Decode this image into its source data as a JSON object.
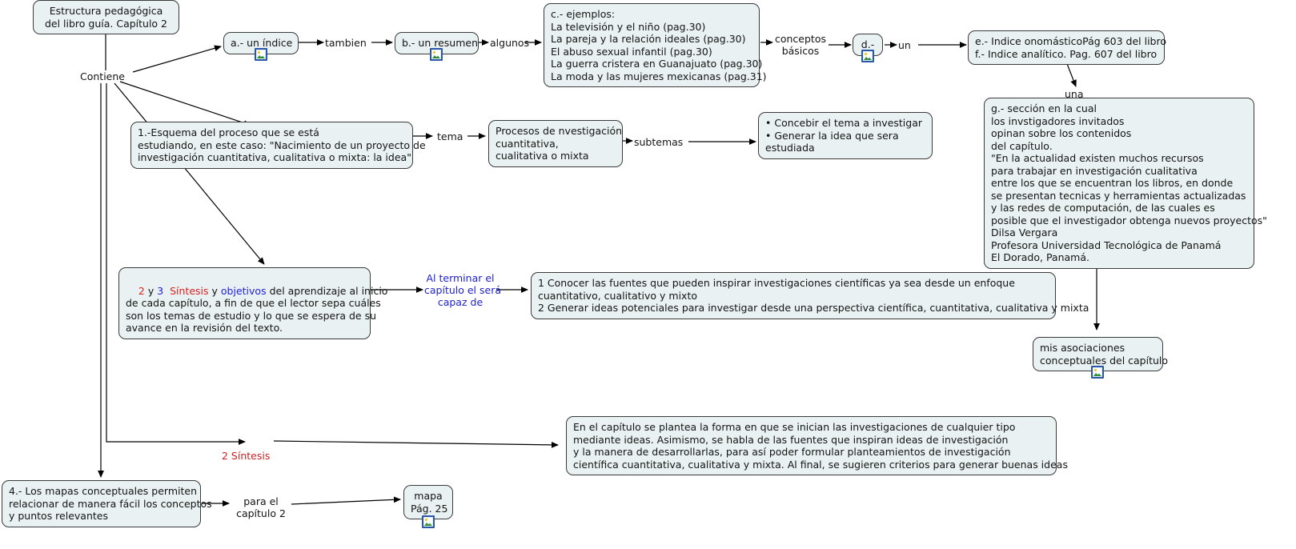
{
  "diagram": {
    "title": "Estructura pedagógica del libro guía. Capítulo 2",
    "type": "concept-map",
    "colors": {
      "node_fill": "#e9f1f2",
      "node_border": "#3a3a3a",
      "text": "#141414",
      "accent_red": "#dd2222",
      "accent_blue": "#2222dd",
      "edge": "#000000"
    }
  },
  "nodes": {
    "root": "Estructura pedagógica\ndel libro guía. Capítulo 2",
    "indice": "a.- un índice",
    "resumen": "b.- un resumen",
    "ejemplos": "c.- ejemplos:\nLa televisión y el niño (pag.30)\nLa pareja y la relación ideales (pag.30)\nEl abuso sexual infantil (pag.30)\nLa guerra cristera en Guanajuato (pag.30)\nLa moda y las mujeres mexicanas (pag.31)",
    "d": "d.-",
    "indices_ef": "e.- Indice onomásticoPág 603 del libro\nf.- Indice analítico. Pag. 607 del libro",
    "seccion_g": "g.- sección en la cual\nlos invstigadores invitados\nopinan sobre los contenidos\ndel capítulo.\n\"En la actualidad existen muchos recursos\npara trabajar en investigación cualitativa\nentre los que se encuentran los libros, en donde\nse presentan tecnicas y herramientas actualizadas\ny las redes de computación, de las cuales es\nposible que el investigador obtenga nuevos proyectos\"\nDilsa Vergara\nProfesora Universidad Tecnológica de Panamá\nEl Dorado, Panamá.",
    "esquema": "1.-Esquema del proceso que se está\nestudiando, en este caso: \"Nacimiento de un proyecto de\ninvestigación cuantitativa, cualitativa o mixta: la idea\"",
    "procesos": "Procesos de nvestigación\ncuantitativa,\ncualitativa o mixta",
    "subtemas_box": "• Concebir el tema a investigar\n• Generar la idea que sera\nestudiada",
    "sintesis_objetivos": {
      "seg1": "2",
      "seg2": " y ",
      "seg3": "3",
      "seg4": "  ",
      "seg5": "Síntesis",
      "seg6": " y ",
      "seg7": "objetivos",
      "seg8": " del aprendizaje al inicio",
      "rest": "de cada capítulo, a fin de que el lector sepa cuáles\nson los temas de estudio y lo que se espera de su\navance en la revisión del texto."
    },
    "objetivos_box": "1 Conocer las fuentes que pueden inspirar investigaciones científicas ya sea desde un enfoque\ncuantitativo, cualitativo y mixto\n2 Generar ideas potenciales para investigar desde una perspectiva científica, cuantitativa, cualitativa y mixta",
    "asociaciones": "mis asociaciones\nconceptuales del capítulo",
    "resumen_cap": "En el capítulo se plantea la forma en que se inician las investigaciones de cualquier tipo\nmediante ideas. Asimismo, se habla de las fuentes que inspiran ideas de investigación\ny la manera de desarrollarlas, para así poder formular planteamientos de investigación\ncientífica cuantitativa, cualitativa y mixta. Al final, se sugieren criterios para generar buenas ideas",
    "mapas": "4.- Los mapas conceptuales permiten\nrelacionar de manera fácil los conceptos\ny puntos relevantes",
    "mapa_pag": "mapa\nPág. 25"
  },
  "link_labels": {
    "contiene": "Contiene",
    "tambien": "tambien",
    "algunos": "algunos",
    "conceptos_basicos": "conceptos\nbásicos",
    "un": "un",
    "una": "una",
    "tema": "tema",
    "subtemas": "subtemas",
    "al_terminar": "Al terminar el\ncapítulo el será\ncapaz de",
    "dos_sintesis": "2 Síntesis",
    "para_el_capitulo": "para el\ncapítulo 2"
  },
  "icons": {
    "image_attachment": "image-icon"
  }
}
